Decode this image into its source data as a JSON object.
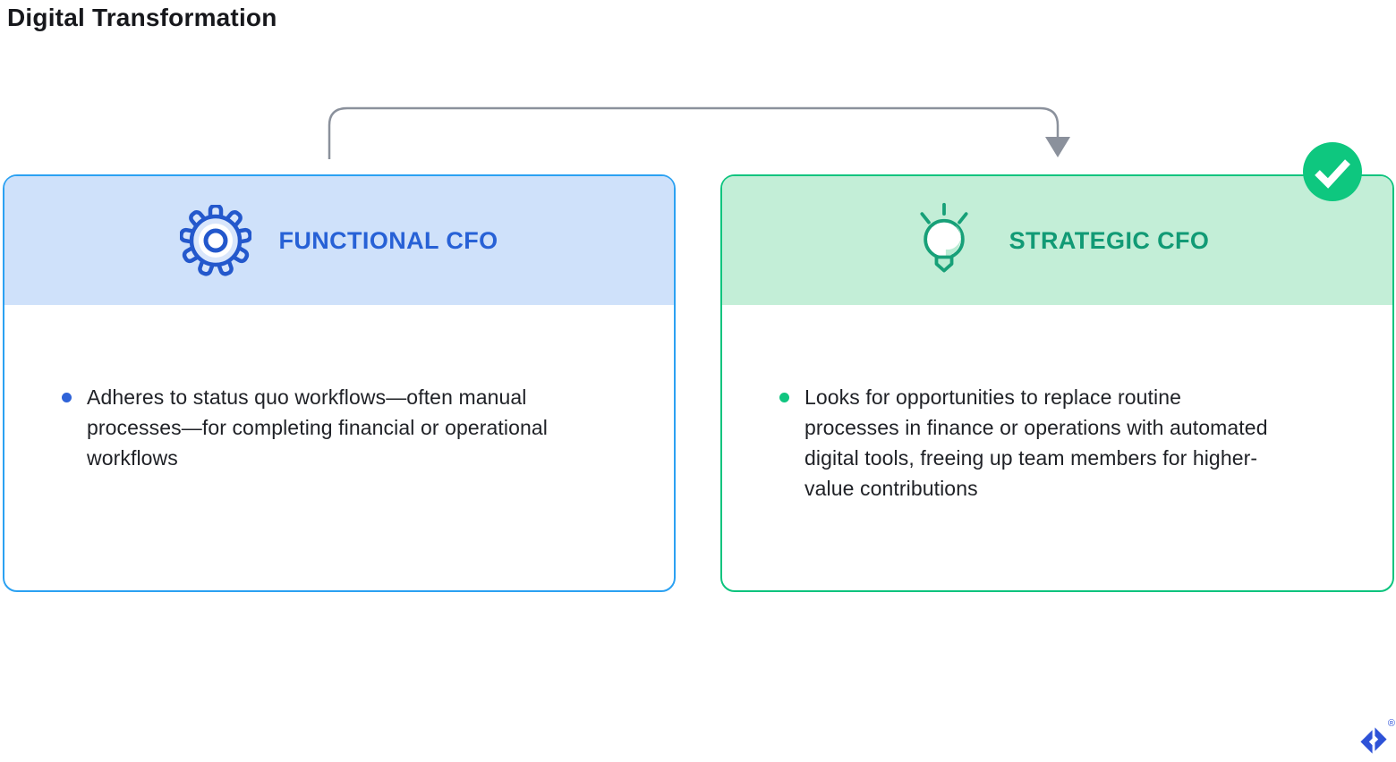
{
  "title": "Digital Transformation",
  "arrow": {
    "description": "connector from functional card to strategic card",
    "color": "#8b919c"
  },
  "cards": {
    "functional": {
      "label": "FUNCTIONAL CFO",
      "icon": "gear-icon",
      "border_color": "#2ba1f2",
      "header_bg": "#cfe1fa",
      "label_color": "#2761d6",
      "bullet_color": "#2f63d8",
      "bullets": [
        "Adheres to status quo workflows—often manual processes—for completing financial or operational workflows"
      ]
    },
    "strategic": {
      "label": "STRATEGIC CFO",
      "icon": "lightbulb-icon",
      "border_color": "#0cc47e",
      "header_bg": "#c3eed7",
      "label_color": "#119a75",
      "bullet_color": "#10c580",
      "badge": {
        "icon": "check-icon",
        "bg": "#0ec77f"
      },
      "bullets": [
        "Looks for opportunities to replace routine processes in finance or operations with automated digital tools, freeing up team members for higher-value contributions"
      ]
    }
  },
  "logo": {
    "name": "Toptal",
    "registered_mark": "®",
    "color": "#2e52d7"
  }
}
